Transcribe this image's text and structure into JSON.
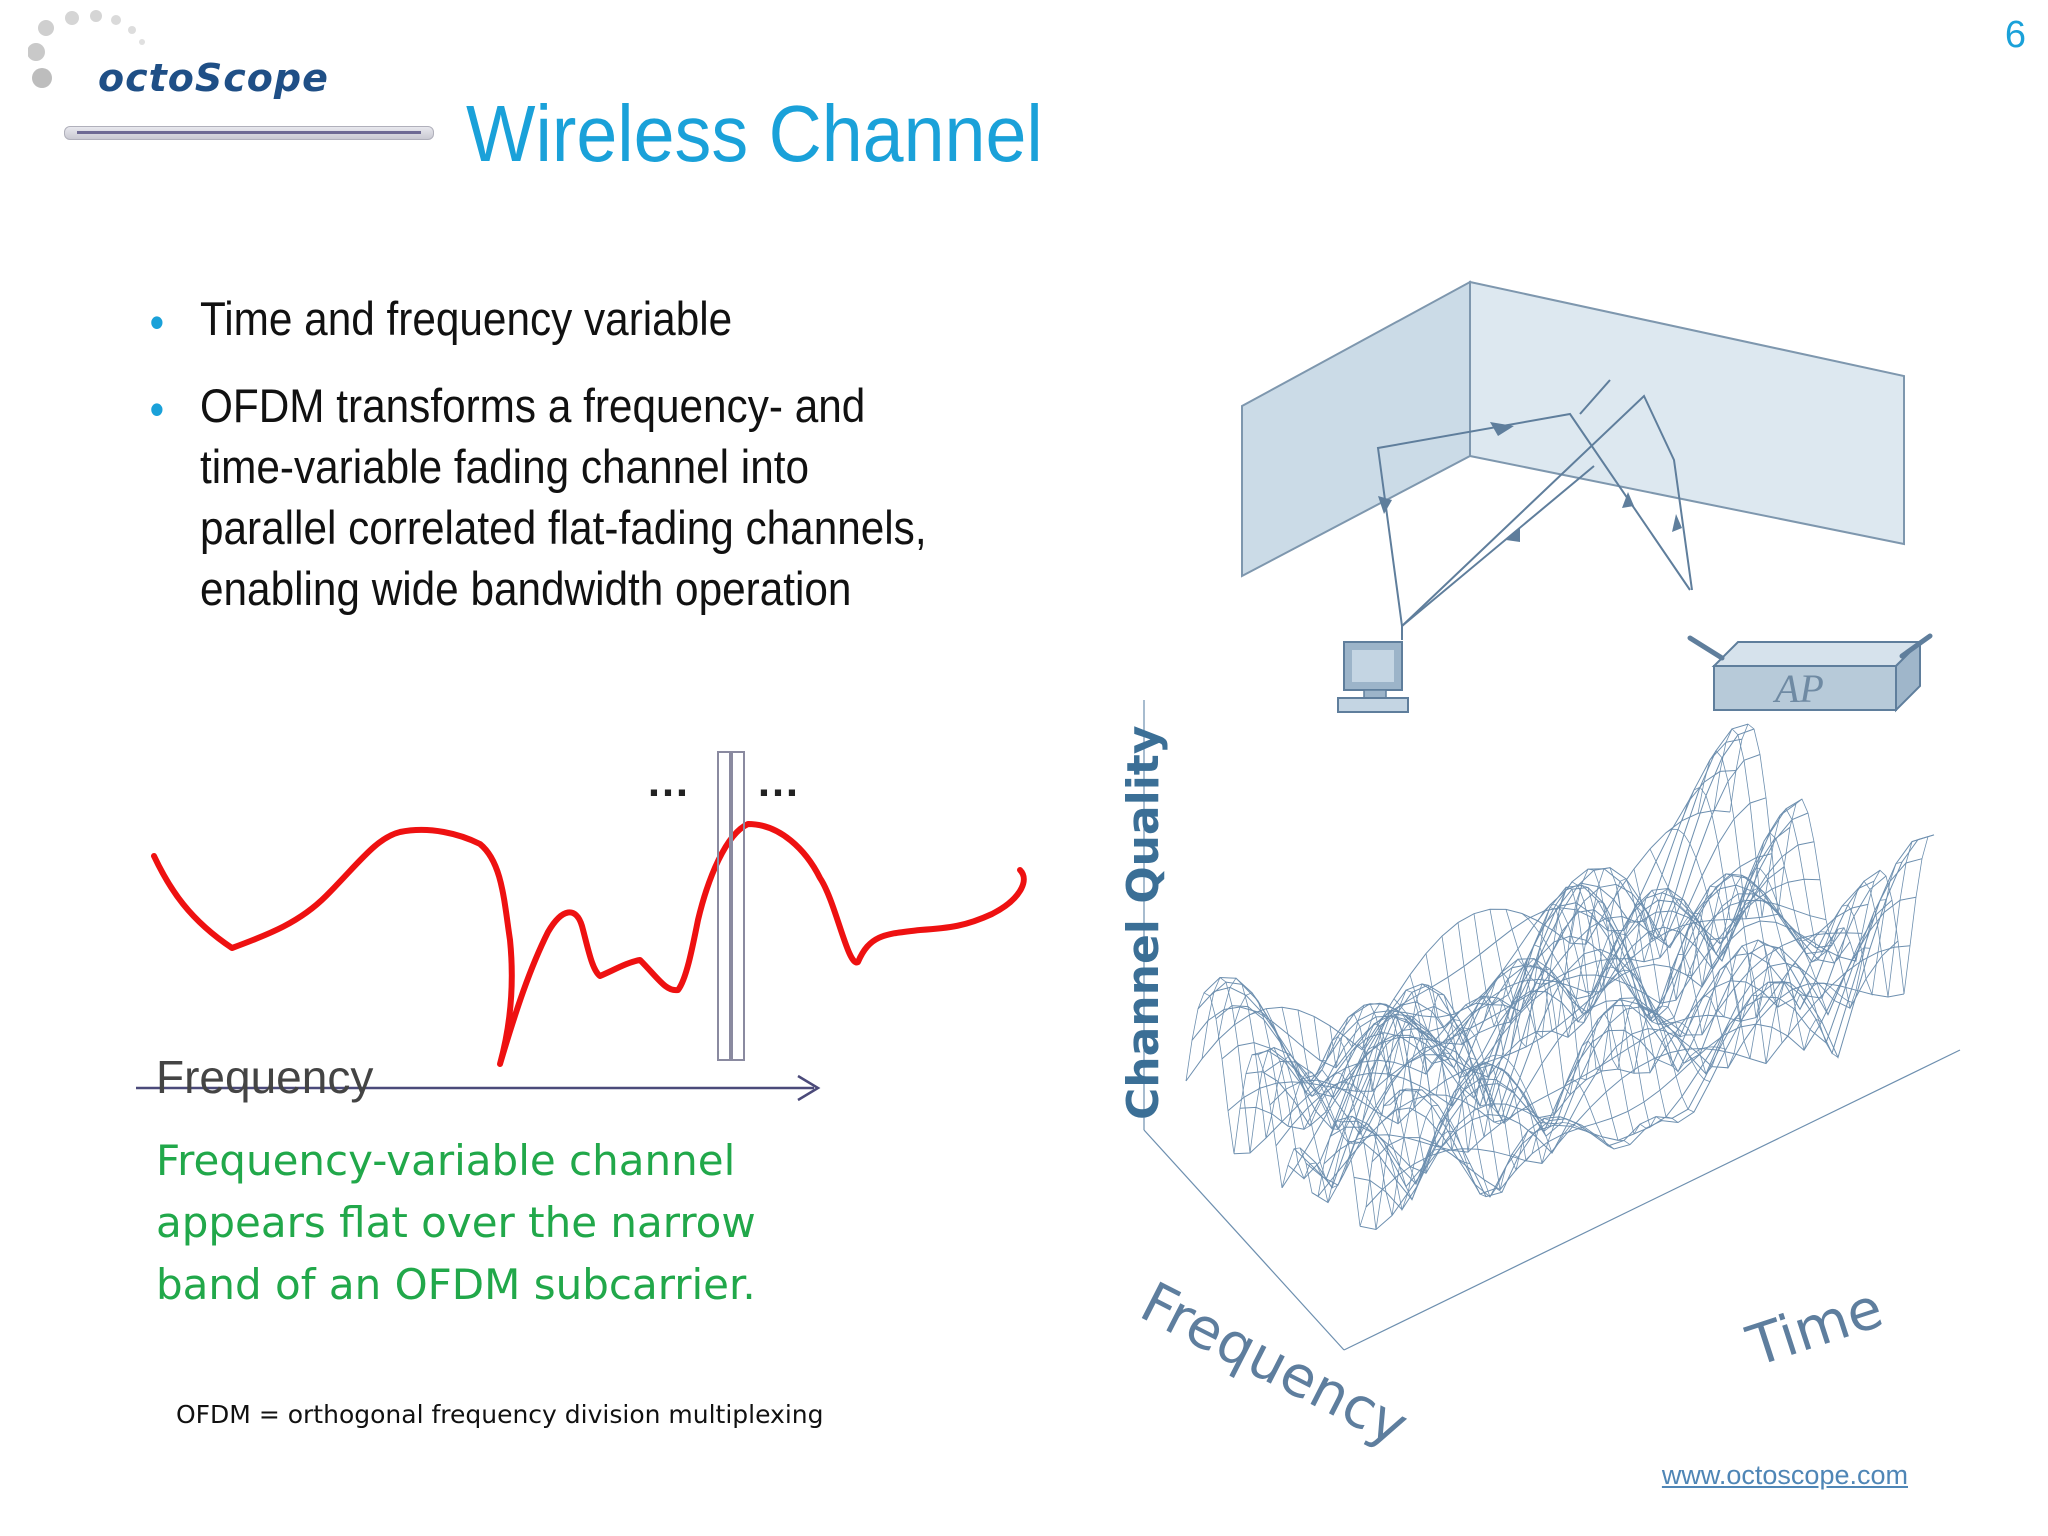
{
  "slide": {
    "page_number": "6",
    "logo_text": "octoScope",
    "title": "Wireless Channel"
  },
  "bullets": [
    "Time and frequency variable",
    "OFDM transforms a frequency- and time-variable fading channel into parallel correlated flat-fading channels, enabling wide bandwidth operation"
  ],
  "freq_chart": {
    "ellipsis_left": "…",
    "ellipsis_right": "…",
    "axis_label": "Frequency",
    "curve_color": "#ee1111",
    "axis_color": "#4b4a7a"
  },
  "note": {
    "text": "Frequency-variable channel appears flat over the narrow band of an OFDM subcarrier."
  },
  "footnote": "OFDM = orthogonal frequency division multiplexing",
  "diagram": {
    "ap_label": "AP"
  },
  "surface_plot": {
    "z_label": "Channel Quality",
    "x_label": "Frequency",
    "y_label": "Time",
    "line_color": "#6d8faf"
  },
  "website": "www.octoscope.com",
  "colors": {
    "title": "#1aa1d9",
    "bullet_marker": "#1aa1d9",
    "note_text": "#21a84a",
    "link": "#4f86b6"
  }
}
